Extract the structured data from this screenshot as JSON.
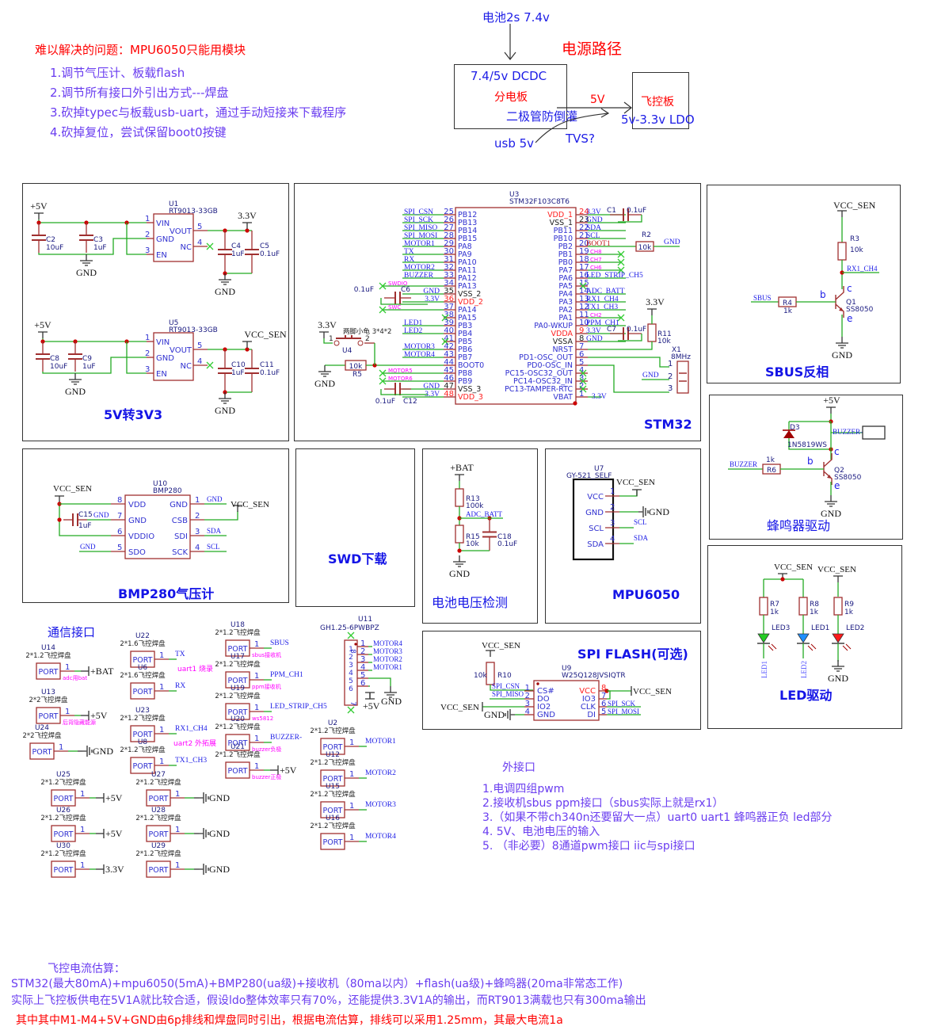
{
  "notes": {
    "problem_title": "难以解决的问题：MPU6050只能用模块",
    "problem_items": [
      "1.调节气压计、板载flash",
      "2.调节所有接口外引出方式---焊盘",
      "3.砍掉typec与板载usb-uart，通过手动短接来下载程序",
      "4.砍掉复位，尝试保留boot0按键"
    ]
  },
  "power_path": {
    "title": "电源路径",
    "battery_input": "电池2s 7.4v",
    "dcdc_box": [
      "7.4/5v DCDC",
      "分电板",
      "二极管防倒灌"
    ],
    "fc_box": [
      "飞控板",
      "5v-3.3v LDO"
    ],
    "link_5v": "5V",
    "usb_input": "usb 5v",
    "tvs_note": "TVS?"
  },
  "sections": {
    "ldo": {
      "title": "5V转3V3",
      "regulators": [
        {
          "ref": "U1",
          "part": "RT9013-33GB",
          "in": "+5V",
          "out": "3.3V",
          "caps_in": [
            [
              "C2",
              "10uF"
            ],
            [
              "C3",
              "1uF"
            ]
          ],
          "caps_out": [
            [
              "C4",
              "1uF"
            ],
            [
              "C5",
              "0.1uF"
            ]
          ]
        },
        {
          "ref": "U5",
          "part": "RT9013-33GB",
          "in": "+5V",
          "out": "VCC_SEN",
          "caps_in": [
            [
              "C8",
              "10uF"
            ],
            [
              "C9",
              "1uF"
            ]
          ],
          "caps_out": [
            [
              "C10",
              "1uF"
            ],
            [
              "C11",
              "0.1uF"
            ]
          ]
        }
      ],
      "pins": [
        [
          "1",
          "VIN"
        ],
        [
          "2",
          "GND"
        ],
        [
          "3",
          "EN"
        ],
        [
          "5",
          "VOUT"
        ],
        [
          "4",
          "NC"
        ]
      ],
      "gnd": "GND"
    },
    "stm32": {
      "title": "STM32",
      "ref": "U3",
      "part": "STM32F103C8T6",
      "left_pins": [
        {
          "num": "25",
          "name": "PB12",
          "net": "SPI_CSN"
        },
        {
          "num": "26",
          "name": "PB13",
          "net": "SPI_SCK"
        },
        {
          "num": "27",
          "name": "PB14",
          "net": "SPI_MISO"
        },
        {
          "num": "28",
          "name": "PB15",
          "net": "SPI_MOSI"
        },
        {
          "num": "29",
          "name": "PA8",
          "net": "MOTOR1"
        },
        {
          "num": "30",
          "name": "PA9",
          "net": "TX"
        },
        {
          "num": "31",
          "name": "PA10",
          "net": "RX"
        },
        {
          "num": "32",
          "name": "PA11",
          "net": "MOTOR2"
        },
        {
          "num": "33",
          "name": "PA12",
          "net": "BUZZER"
        },
        {
          "num": "34",
          "name": "PA13",
          "net": "SWDIO"
        },
        {
          "num": "35",
          "name": "VSS_2",
          "net": "GND"
        },
        {
          "num": "36",
          "name": "VDD_2",
          "net": "3.3V"
        },
        {
          "num": "37",
          "name": "PA14",
          "net": "SWC"
        },
        {
          "num": "38",
          "name": "PA15",
          "net": ""
        },
        {
          "num": "39",
          "name": "PB3",
          "net": "LED1"
        },
        {
          "num": "40",
          "name": "PB4",
          "net": "LED2"
        },
        {
          "num": "41",
          "name": "PB5",
          "net": ""
        },
        {
          "num": "42",
          "name": "PB6",
          "net": "MOTOR3"
        },
        {
          "num": "43",
          "name": "PB7",
          "net": "MOTOR4"
        },
        {
          "num": "44",
          "name": "BOOT0",
          "net": ""
        },
        {
          "num": "45",
          "name": "PB8",
          "net": "MOTOR5"
        },
        {
          "num": "46",
          "name": "PB9",
          "net": "MOTOR6"
        },
        {
          "num": "47",
          "name": "VSS_3",
          "net": "GND"
        },
        {
          "num": "48",
          "name": "VDD_3",
          "net": "3.3V"
        }
      ],
      "right_pins": [
        {
          "num": "24",
          "name": "VDD_1",
          "net": "3.3V"
        },
        {
          "num": "23",
          "name": "VSS_1",
          "net": "GND"
        },
        {
          "num": "22",
          "name": "PB11",
          "net": "SDA"
        },
        {
          "num": "21",
          "name": "PB10",
          "net": "SCL"
        },
        {
          "num": "20",
          "name": "PB2",
          "net": "BOOT1"
        },
        {
          "num": "19",
          "name": "PB1",
          "net": "CH8"
        },
        {
          "num": "18",
          "name": "PB0",
          "net": "CH7"
        },
        {
          "num": "17",
          "name": "PA7",
          "net": "CH6"
        },
        {
          "num": "16",
          "name": "PA6",
          "net": "LED_STRIP_CH5"
        },
        {
          "num": "15",
          "name": "PA5",
          "net": ""
        },
        {
          "num": "14",
          "name": "PA4",
          "net": "ADC_BATT"
        },
        {
          "num": "13",
          "name": "PA3",
          "net": "RX1_CH4"
        },
        {
          "num": "12",
          "name": "PA2",
          "net": "TX1_CH3"
        },
        {
          "num": "11",
          "name": "PA1",
          "net": "CH2"
        },
        {
          "num": "10",
          "name": "PA0-WKUP",
          "net": "PPM_CH1"
        },
        {
          "num": "9",
          "name": "VDDA",
          "net": "3.3V"
        },
        {
          "num": "8",
          "name": "VSSA",
          "net": "GND"
        },
        {
          "num": "7",
          "name": "NRST",
          "net": ""
        },
        {
          "num": "6",
          "name": "PD1-OSC_OUT",
          "net": ""
        },
        {
          "num": "5",
          "name": "PD0-OSC_IN",
          "net": ""
        },
        {
          "num": "4",
          "name": "PC15-OSC32_OUT",
          "net": ""
        },
        {
          "num": "3",
          "name": "PC14-OSC32_IN",
          "net": ""
        },
        {
          "num": "2",
          "name": "PC13-TAMPER-RTC",
          "net": ""
        },
        {
          "num": "1",
          "name": "VBAT",
          "net": "3.3V"
        }
      ],
      "parts": {
        "c6": [
          "C6",
          "0.1uF"
        ],
        "c12": [
          "C12",
          "0.1uF"
        ],
        "c1": [
          "C1",
          "0.1uF"
        ],
        "c7": [
          "C7",
          "0.1uF"
        ],
        "r2": [
          "R2",
          "10k"
        ],
        "r5": [
          "R5",
          "10k"
        ],
        "r11": [
          "R11",
          "10k"
        ],
        "x1": [
          "X1",
          "8MHz"
        ],
        "button": [
          "U4",
          "两脚小龟 3*4*2"
        ],
        "v33": "3.3V",
        "gnd": "GND"
      }
    },
    "sbus": {
      "title": "SBUS反相",
      "vcc": "VCC_SEN",
      "r3": [
        "R3",
        "10k"
      ],
      "net_out": "RX1_CH4",
      "net_in": "SBUS",
      "r4": [
        "R4",
        "1k"
      ],
      "q1": [
        "Q1",
        "SS8050"
      ],
      "pins": [
        "b",
        "c",
        "e"
      ],
      "gnd": "GND"
    },
    "buzzer": {
      "title": "蜂鸣器驱动",
      "vcc": "+5V",
      "d3": [
        "D3",
        "1N5819WS"
      ],
      "net_out": "BUZZER-",
      "net_in": "BUZZER",
      "r6": [
        "R6",
        "1k"
      ],
      "q2": [
        "Q2",
        "SS8050"
      ],
      "pins": [
        "b",
        "c",
        "e"
      ],
      "gnd": "GND"
    },
    "bmp280": {
      "title": "BMP280气压计",
      "ref": "U10",
      "part": "BMP280",
      "vcc": "VCC_SEN",
      "left_pins": [
        [
          "8",
          "VDD",
          ""
        ],
        [
          "7",
          "GND",
          "GND"
        ],
        [
          "6",
          "VDDIO",
          ""
        ],
        [
          "5",
          "SDO",
          "GND"
        ]
      ],
      "right_pins": [
        [
          "1",
          "GND",
          "GND"
        ],
        [
          "2",
          "CSB",
          "VCC_SEN"
        ],
        [
          "3",
          "SDI",
          "SDA"
        ],
        [
          "4",
          "SCK",
          "SCL"
        ]
      ],
      "c15": [
        "C15",
        "1uF"
      ]
    },
    "swd": {
      "title": "SWD下载"
    },
    "battery": {
      "title": "电池电压检测",
      "vin": "+BAT",
      "r13": [
        "R13",
        "100k"
      ],
      "net": "ADC_BATT",
      "r15": [
        "R15",
        "10k"
      ],
      "c18": [
        "C18",
        "0.1uF"
      ],
      "gnd": "GND"
    },
    "mpu6050": {
      "title": "MPU6050",
      "ref": "U7",
      "part": "GY-521_SELF",
      "pins": [
        [
          "1",
          "VCC",
          "VCC_SEN"
        ],
        [
          "2",
          "GND",
          "GND"
        ],
        [
          "3",
          "SCL",
          "SCL"
        ],
        [
          "4",
          "SDA",
          "SDA"
        ]
      ]
    },
    "led": {
      "title": "LED驱动",
      "vcc": "VCC_SEN",
      "branches": [
        {
          "r": "R7",
          "rv": "1k",
          "led": "LED3",
          "color": "#22cc22",
          "net": "LED1"
        },
        {
          "r": "R8",
          "rv": "1k",
          "led": "LED1",
          "color": "#1e90ff",
          "net": "LED2"
        },
        {
          "r": "R9",
          "rv": "1k",
          "led": "LED2",
          "color": "#ff1a1a",
          "net": "GND"
        }
      ]
    },
    "flash": {
      "title": "SPI FLASH(可选)",
      "ref": "U9",
      "part": "W25Q128JVSIQTR",
      "vcc": "VCC_SEN",
      "gnd": "GND",
      "r10": [
        "R10",
        "10k"
      ],
      "left_pins": [
        [
          "1",
          "CS#",
          "SPI_CSN"
        ],
        [
          "2",
          "DO",
          "SPI_MISO"
        ],
        [
          "3",
          "IO2",
          "VCC_SEN"
        ],
        [
          "4",
          "GND",
          "GND"
        ]
      ],
      "right_pins": [
        [
          "8",
          "VCC",
          "VCC_SEN"
        ],
        [
          "7",
          "IO3",
          ""
        ],
        [
          "6",
          "CLK",
          "SPI_SCK"
        ],
        [
          "5",
          "DI",
          "SPI_MOSI"
        ]
      ]
    },
    "comm": {
      "title": "通信接口",
      "port_label": "PORT",
      "pin": "1",
      "ports": [
        {
          "ref": "U14",
          "type": "2*1.2飞控焊盘",
          "net": "+BAT",
          "note": "adc用bat"
        },
        {
          "ref": "U13",
          "type": "2*2飞控焊盘",
          "net": "+5V",
          "note": "后背隐藏能源"
        },
        {
          "ref": "U24",
          "type": "2*2飞控焊盘",
          "net": "GND",
          "note": ""
        },
        {
          "ref": "U22",
          "type": "2*1.6飞控焊盘",
          "net": "TX",
          "note": ""
        },
        {
          "ref": "U6",
          "type": "2*1.6飞控焊盘",
          "net": "RX",
          "note": ""
        },
        {
          "ref": "U23",
          "type": "2*1.2飞控焊盘",
          "net": "RX1_CH4",
          "note": ""
        },
        {
          "ref": "U8",
          "type": "2*1.2飞控焊盘",
          "net": "TX1_CH3",
          "note": ""
        },
        {
          "ref": "U18",
          "type": "2*1.2飞控焊盘",
          "net": "SBUS",
          "note": "sbus接收机"
        },
        {
          "ref": "U17",
          "type": "2*1.2飞控焊盘",
          "net": "PPM_CH1",
          "note": "ppm接收机"
        },
        {
          "ref": "U19",
          "type": "2*1.2飞控焊盘",
          "net": "LED_STRIP_CH5",
          "note": "ws5812"
        },
        {
          "ref": "U20",
          "type": "2*1.2飞控焊盘",
          "net": "BUZZER-",
          "note": "buzzer负极"
        },
        {
          "ref": "U21",
          "type": "2*1.2飞控焊盘",
          "net": "+5V",
          "note": "buzzer正极"
        },
        {
          "ref": "U2",
          "type": "2*1.2飞控焊盘",
          "net": "MOTOR1",
          "note": ""
        },
        {
          "ref": "U12",
          "type": "2*1.2飞控焊盘",
          "net": "MOTOR2",
          "note": ""
        },
        {
          "ref": "U15",
          "type": "2*1.2飞控焊盘",
          "net": "MOTOR3",
          "note": ""
        },
        {
          "ref": "U16",
          "type": "2*1.2飞控焊盘",
          "net": "MOTOR4",
          "note": ""
        },
        {
          "ref": "U25",
          "type": "2*1.2飞控焊盘",
          "net": "+5V",
          "note": ""
        },
        {
          "ref": "U26",
          "type": "2*1.2飞控焊盘",
          "net": "+5V",
          "note": ""
        },
        {
          "ref": "U30",
          "type": "2*1.2飞控焊盘",
          "net": "3.3V",
          "note": ""
        },
        {
          "ref": "U27",
          "type": "2*1.2飞控焊盘",
          "net": "GND",
          "note": ""
        },
        {
          "ref": "U28",
          "type": "2*1.2飞控焊盘",
          "net": "GND",
          "note": ""
        },
        {
          "ref": "U29",
          "type": "2*1.2飞控焊盘",
          "net": "GND",
          "note": ""
        }
      ],
      "group_notes": [
        "uart1 烧录",
        "uart2 外拓展"
      ],
      "connector": {
        "ref": "U11",
        "part": "GH1.25-6PWBPZ",
        "pins": [
          [
            "1",
            "MOTOR4"
          ],
          [
            "2",
            "MOTOR3"
          ],
          [
            "3",
            "MOTOR2"
          ],
          [
            "4",
            "MOTOR1"
          ],
          [
            "5",
            "GND"
          ],
          [
            "6",
            "+5V"
          ]
        ],
        "inner_numbers": [
          "8",
          "1",
          "2",
          "3",
          "4",
          "5",
          "6",
          "7"
        ]
      }
    }
  },
  "external_interfaces": {
    "title": "外接口",
    "items": [
      "1.电调四组pwm",
      "2.接收机sbus ppm接口（sbus实际上就是rx1）",
      "3.（如果不带ch340n还要留大一点）uart0 uart1 蜂鸣器正负 led部分",
      "4. 5V、电池电压的输入",
      "5. （非必要）8通道pwm接口 iic与spi接口"
    ]
  },
  "current_estimate": {
    "title": "飞控电流估算：",
    "lines": [
      "STM32(最大80mA)+mpu6050(5mA)+BMP280(ua级)+接收机（80ma以内）+flash(ua级)+蜂鸣器(20ma非常态工作)",
      "实际上飞控板供电在5V1A就比较合适，假设ldo整体效率只有70%，还能提供3.3V1A的输出，而RT9013满载也只有300ma输出"
    ],
    "red_note": "其中其中M1-M4+5V+GND由6p排线和焊盘同时引出，根据电流估算，排线可以采用1.25mm，其最大电流1a"
  },
  "colors": {
    "wire": "#22aa22",
    "part": "#a03030",
    "net_label": "#1c1ce6",
    "pin_num": "#3030d0",
    "magenta": "#ff00ff",
    "red_text": "#ff0000",
    "purple_text": "#6a3df0",
    "title_blue": "#1414e6"
  }
}
